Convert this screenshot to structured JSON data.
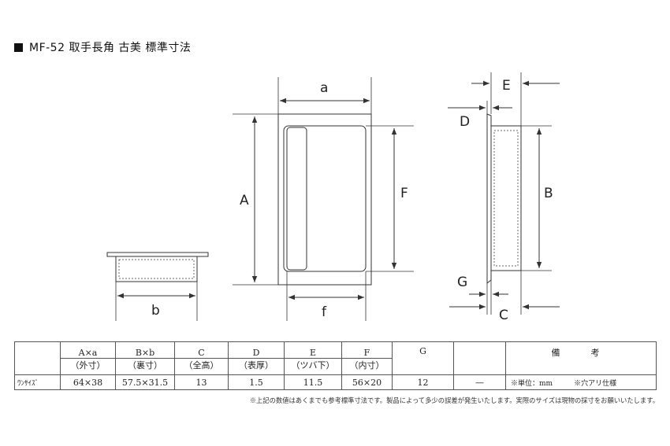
{
  "title": "MF-52 取手長角 古美 標準寸法",
  "drawing": {
    "labels": {
      "a": "a",
      "b": "b",
      "A": "A",
      "F": "F",
      "f": "f",
      "B": "B",
      "C": "C",
      "D": "D",
      "E": "E",
      "G": "G"
    }
  },
  "table": {
    "headers": [
      {
        "top": "",
        "bottom": ""
      },
      {
        "top": "A×a",
        "bottom": "（外寸）"
      },
      {
        "top": "B×b",
        "bottom": "（裏寸）"
      },
      {
        "top": "C",
        "bottom": "（全高）"
      },
      {
        "top": "D",
        "bottom": "（表厚）"
      },
      {
        "top": "E",
        "bottom": "（ツバ下）"
      },
      {
        "top": "F",
        "bottom": "（内寸）"
      },
      {
        "top": "G",
        "bottom": ""
      },
      {
        "top": "",
        "bottom": ""
      },
      {
        "top": "備　考",
        "bottom": ""
      }
    ],
    "row": {
      "label": "ﾜﾝｻｲｽﾞ",
      "values": [
        "64×38",
        "57.5×31.5",
        "13",
        "1.5",
        "11.5",
        "56×20",
        "12",
        "—"
      ],
      "note": "※単位：mm　　　※穴アリ仕様"
    }
  },
  "footnote": "※上記の数値はあくまでも参考標準寸法です。製品によって多少の誤差が発生いたします。実際のサイズは現物の採寸をお願いいたします。"
}
